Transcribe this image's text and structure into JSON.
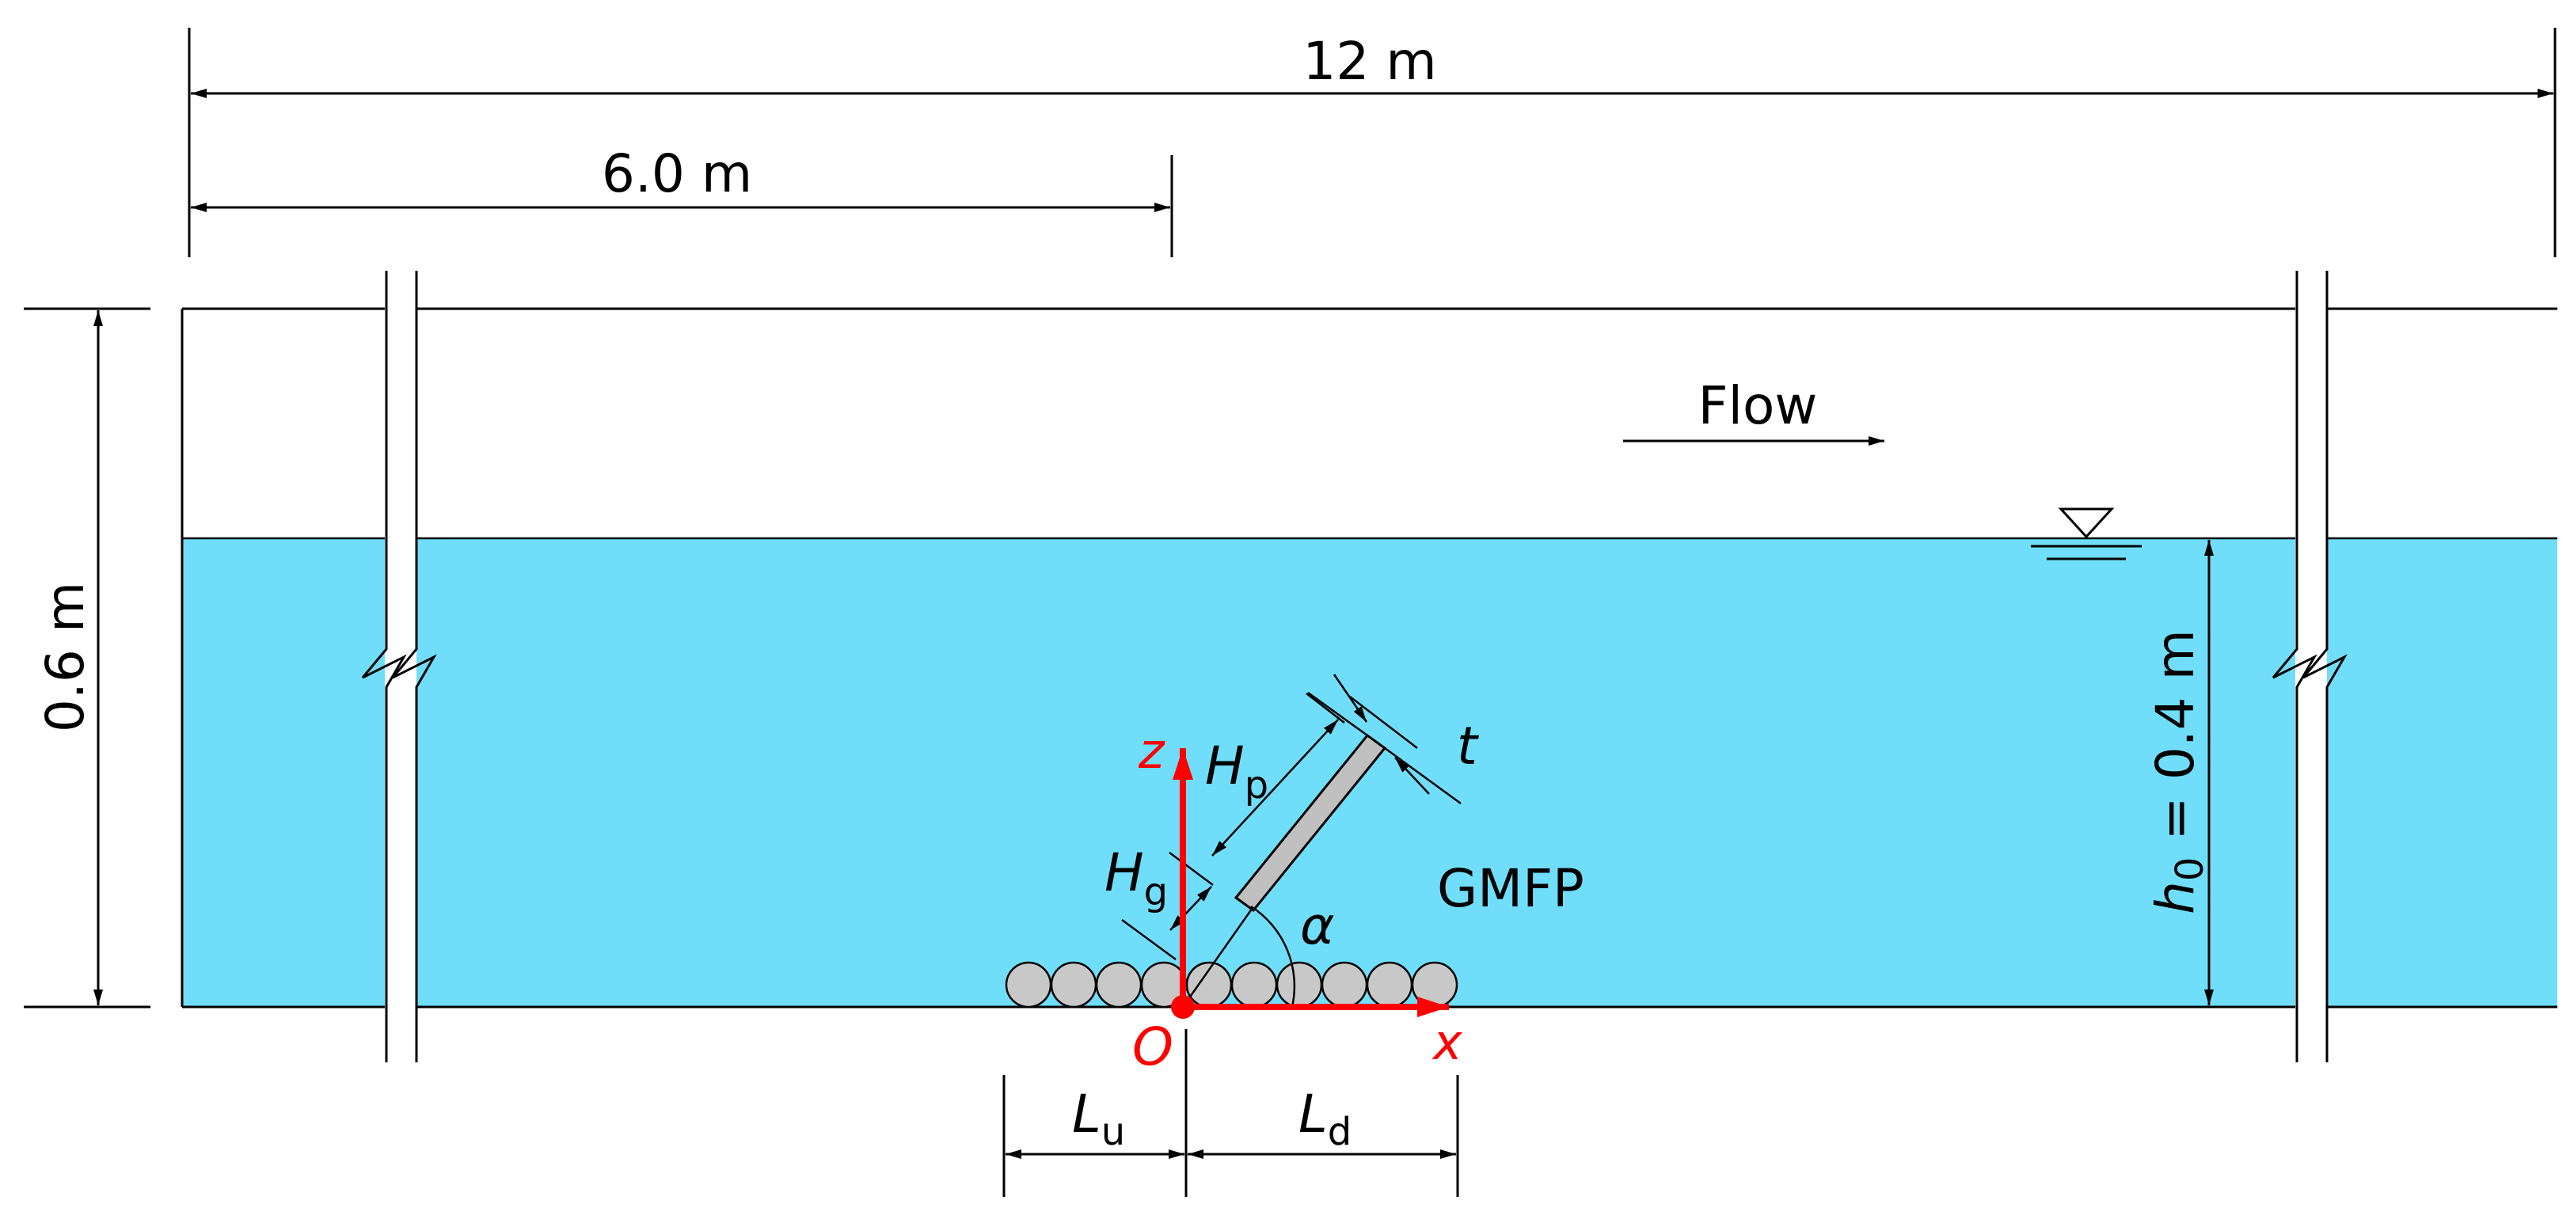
{
  "labels": {
    "total_length": "12 m",
    "section_length": "6.0 m",
    "flume_height": "0.6 m",
    "flow": "Flow",
    "depth_symbol": "h",
    "depth_subscript": "0",
    "depth_value": " = 0.4 m",
    "Hp_symbol": "H",
    "Hp_subscript": "p",
    "Hg_symbol": "H",
    "Hg_subscript": "g",
    "t": "t",
    "alpha": "α",
    "device": "GMFP",
    "origin": "O",
    "x_axis": "x",
    "z_axis": "z",
    "Lu_symbol": "L",
    "Lu_subscript": "u",
    "Ld_symbol": "L",
    "Ld_subscript": "d"
  },
  "colors": {
    "water": "#70DEFA",
    "axis": "#FF0000",
    "pebble": "#C8C8C8",
    "plate": "#C0C0C0",
    "line": "#000000"
  },
  "icons": [
    "water-level-triangle-icon",
    "break-symbol-icon"
  ]
}
